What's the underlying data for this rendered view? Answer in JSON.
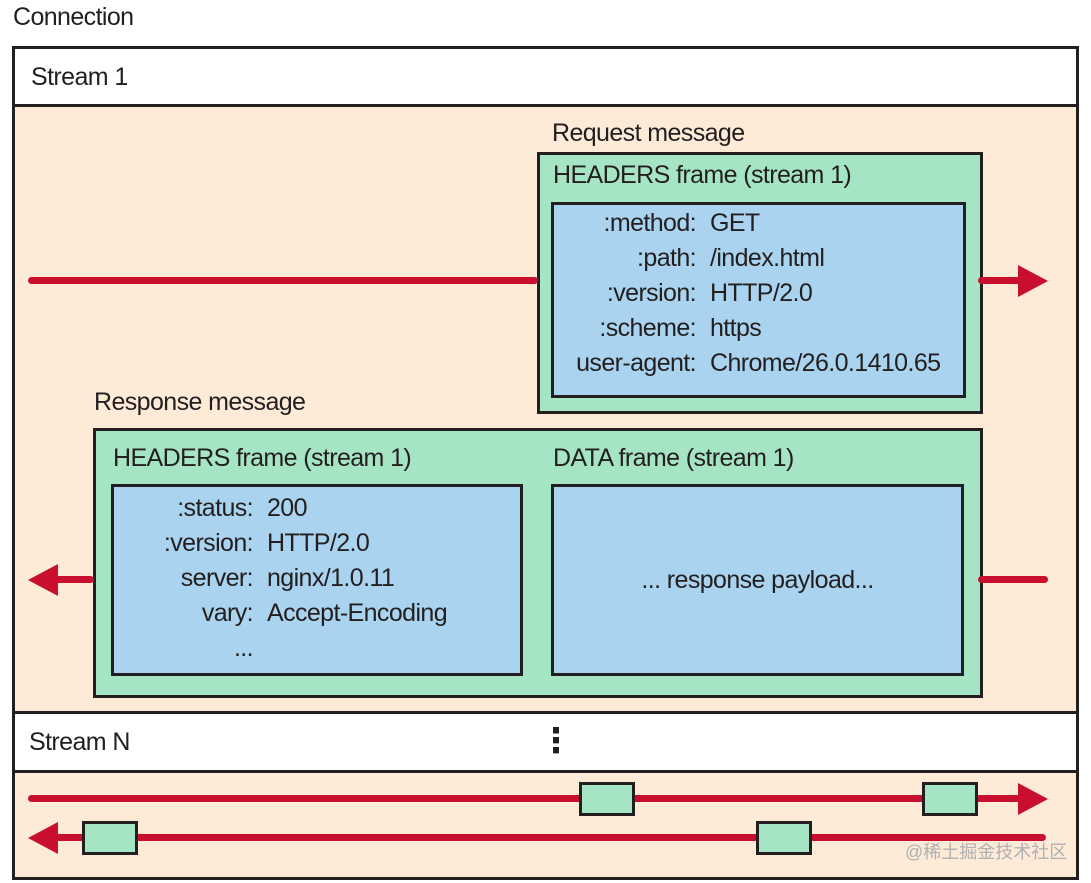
{
  "title": "Connection",
  "stream1": {
    "label": "Stream 1",
    "request": {
      "heading": "Request message",
      "frame_title": "HEADERS frame (stream 1)",
      "headers": [
        {
          "key": ":method:",
          "value": "GET"
        },
        {
          "key": ":path:",
          "value": "/index.html"
        },
        {
          "key": ":version:",
          "value": "HTTP/2.0"
        },
        {
          "key": ":scheme:",
          "value": "https"
        },
        {
          "key": "user-agent:",
          "value": "Chrome/26.0.1410.65"
        }
      ]
    },
    "response": {
      "heading": "Response message",
      "headers_frame_title": "HEADERS frame (stream 1)",
      "headers": [
        {
          "key": ":status:",
          "value": "200"
        },
        {
          "key": ":version:",
          "value": "HTTP/2.0"
        },
        {
          "key": "server:",
          "value": "nginx/1.0.11"
        },
        {
          "key": "vary:",
          "value": "Accept-Encoding"
        },
        {
          "key": "...",
          "value": ""
        }
      ],
      "data_frame_title": "DATA frame (stream 1)",
      "payload": "... response payload..."
    }
  },
  "streamN": {
    "label": "Stream N",
    "ellipsis": "⋮"
  },
  "watermark": "@稀土掘金技术社区",
  "colors": {
    "arrow": "#c8102e",
    "frame_green": "#a6e5c3",
    "header_blue": "#a9d3ee",
    "stream_bg": "#fdebd8",
    "border": "#231f20"
  }
}
